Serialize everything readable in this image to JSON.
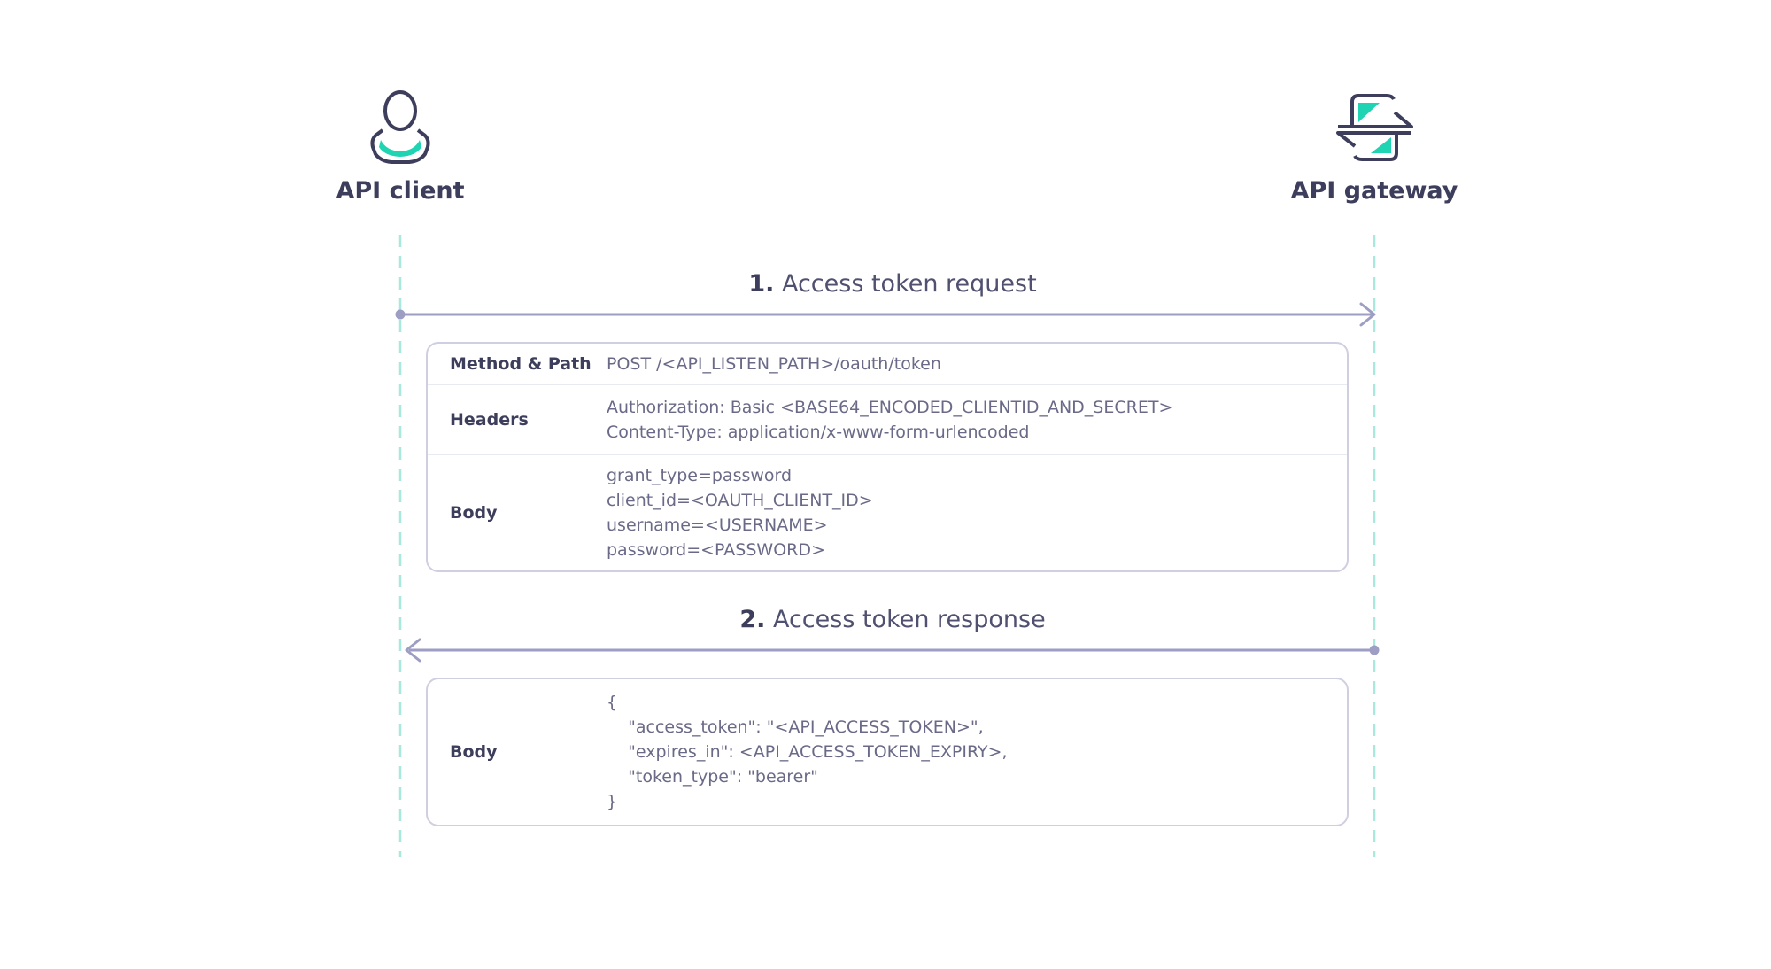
{
  "actors": {
    "client": {
      "label": "API client",
      "icon": "user-icon"
    },
    "gateway": {
      "label": "API gateway",
      "icon": "gateway-icon"
    }
  },
  "messages": [
    {
      "number": "1.",
      "label": "Access token request",
      "direction": "client-to-gateway",
      "rows": [
        {
          "key": "Method & Path",
          "lines": [
            "POST /<API_LISTEN_PATH>/oauth/token"
          ]
        },
        {
          "key": "Headers",
          "lines": [
            "Authorization: Basic <BASE64_ENCODED_CLIENTID_AND_SECRET>",
            "Content-Type: application/x-www-form-urlencoded"
          ]
        },
        {
          "key": "Body",
          "lines": [
            "grant_type=password",
            "client_id=<OAUTH_CLIENT_ID>",
            "username=<USERNAME>",
            "password=<PASSWORD>"
          ]
        }
      ]
    },
    {
      "number": "2.",
      "label": "Access token response",
      "direction": "gateway-to-client",
      "rows": [
        {
          "key": "Body",
          "lines": [
            "{",
            "    \"access_token\": \"<API_ACCESS_TOKEN>\",",
            "    \"expires_in\": <API_ACCESS_TOKEN_EXPIRY>,",
            "    \"token_type\": \"bearer\"",
            "}"
          ]
        }
      ]
    }
  ],
  "colors": {
    "accent": "#1fd4b2",
    "icon_stroke": "#3d3d5c",
    "arrow": "#9e9ec4",
    "lifeline": "#a9e8dc",
    "box_border": "#cfcfe1"
  }
}
